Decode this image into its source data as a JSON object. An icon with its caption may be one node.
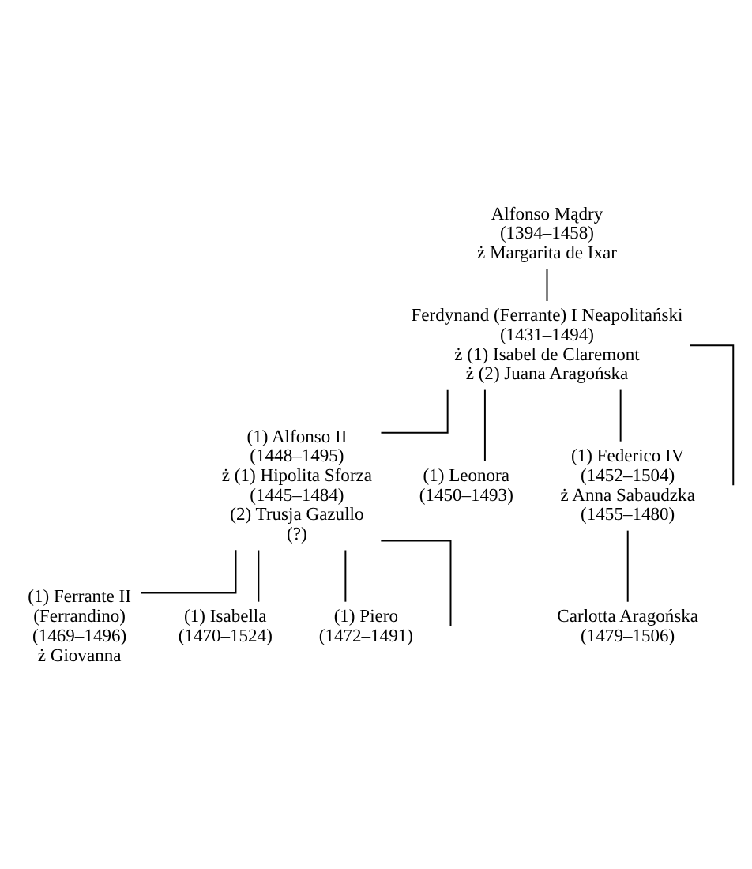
{
  "diagram": {
    "nodes": [
      {
        "text": [
          "Alfonso Mądry",
          "(1394–1458)",
          "ż Margarita de Ixar"
        ]
      },
      {
        "text": [
          "Ferdynand (Ferrante) I Neapolitański",
          "(1431–1494)",
          "ż (1) Isabel de Claremont",
          "ż (2) Juana Aragońska"
        ]
      },
      {
        "text": [
          "(1) Alfonso II",
          "(1448–1495)",
          "ż (1) Hipolita Sforza",
          "(1445–1484)",
          "(2) Trusja Gazullo",
          "(?)"
        ]
      },
      {
        "text": [
          "(1) Leonora",
          "(1450–1493)"
        ]
      },
      {
        "text": [
          "(1) Federico IV",
          "(1452–1504)",
          "ż Anna Sabaudzka",
          "(1455–1480)"
        ]
      },
      {
        "text": [
          "Carlotta Aragońska",
          "(1479–1506)"
        ]
      },
      {
        "text": [
          "(1) Ferrante II",
          "(Ferrandino)",
          "(1469–1496)",
          "ż Giovanna"
        ]
      },
      {
        "text": [
          "(1) Isabella",
          "(1470–1524)"
        ]
      },
      {
        "text": [
          "(1) Piero",
          "(1472–1491)"
        ]
      }
    ],
    "edges": [
      {
        "from": 0,
        "to": 1,
        "arrow": "none"
      },
      {
        "from": 1,
        "to": 2,
        "arrow": "none"
      },
      {
        "from": 1,
        "to": 3,
        "arrow": "none"
      },
      {
        "from": 1,
        "to": 4,
        "arrow": "none"
      },
      {
        "from": 1,
        "to": null,
        "arrow": "none"
      },
      {
        "from": 4,
        "to": 5,
        "arrow": "none"
      },
      {
        "from": 2,
        "to": 6,
        "arrow": "none"
      },
      {
        "from": 2,
        "to": 7,
        "arrow": "none"
      },
      {
        "from": 2,
        "to": 8,
        "arrow": "none"
      },
      {
        "from": 2,
        "to": null,
        "arrow": "none"
      }
    ]
  }
}
